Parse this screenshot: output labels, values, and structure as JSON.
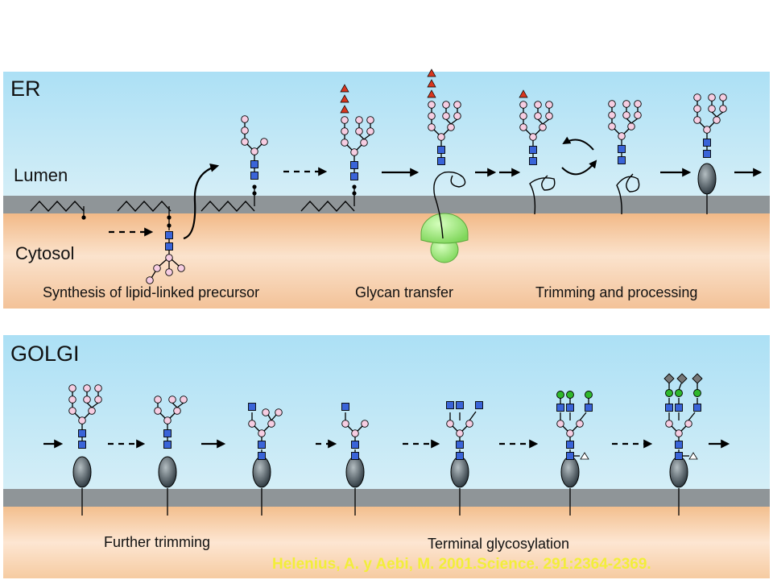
{
  "er_panel": {
    "title": "ER",
    "lumen_label": "Lumen",
    "cytosol_label": "Cytosol",
    "captions": [
      "Synthesis of lipid-linked precursor",
      "Glycan transfer",
      "Trimming and processing"
    ]
  },
  "golgi_panel": {
    "title": "GOLGI",
    "captions": [
      "Further trimming",
      "Terminal glycosylation"
    ]
  },
  "citation": "Helenius, A. y Aebi, M. 2001.Science. 291:2364-2369.",
  "colors": {
    "lumen": "#a9dcf1",
    "membrane": "#8f9598",
    "cytosol": "#f3c193",
    "mannose": "#f6cde2",
    "glcnac": "#3a64d8",
    "glucose": "#d8361e",
    "galactose": "#2fb82c",
    "sialic_acid": "#777777",
    "ost_complex": "#9be472"
  }
}
